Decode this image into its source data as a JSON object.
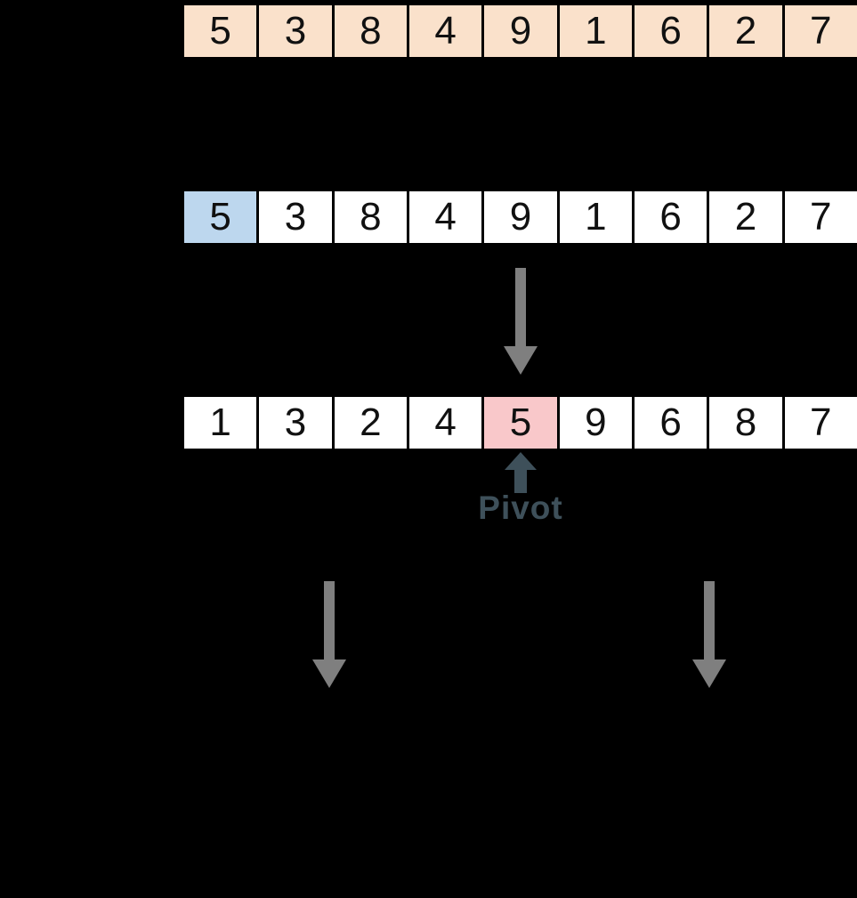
{
  "labels": {
    "pivot": "Pivot"
  },
  "arrays": {
    "unsorted": {
      "values": [
        "5",
        "3",
        "8",
        "4",
        "9",
        "1",
        "6",
        "2",
        "7"
      ]
    },
    "pivot_selected": {
      "values": [
        "5",
        "3",
        "8",
        "4",
        "9",
        "1",
        "6",
        "2",
        "7"
      ],
      "highlight_index": 0
    },
    "partitioned": {
      "values": [
        "1",
        "3",
        "2",
        "4",
        "5",
        "9",
        "6",
        "8",
        "7"
      ],
      "highlight_index": 4
    }
  },
  "colors": {
    "canvas_bg": "#000000",
    "unsorted_fill": "#fae1cb",
    "selected_fill": "#bdd7ee",
    "pivot_fill": "#f9c8ca",
    "cell_fill": "#ffffff",
    "cell_border": "#000000",
    "number_color": "#111111",
    "arrow_gray": "#7f7f7f",
    "pivot_accent": "#3e505a"
  }
}
